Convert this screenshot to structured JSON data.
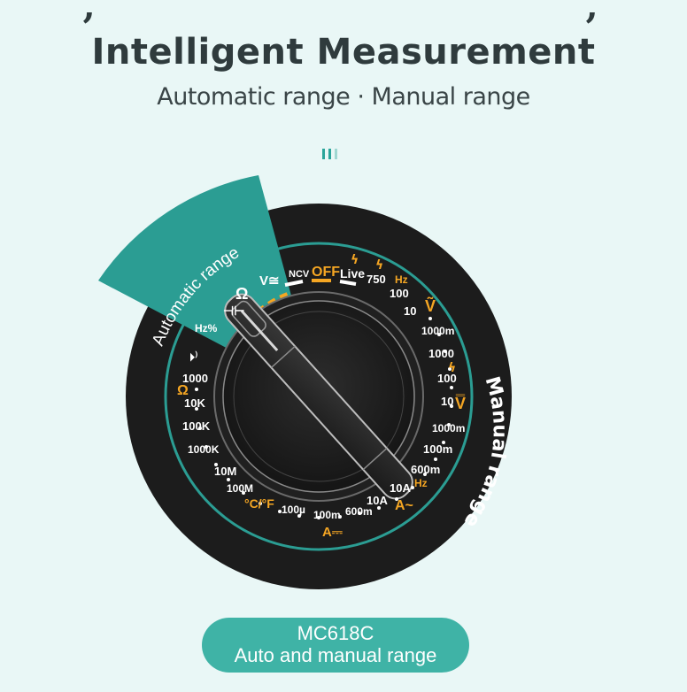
{
  "header": {
    "title": "Intelligent Measurement",
    "subtitle": "Automatic range · Manual range"
  },
  "dial": {
    "auto_label": "Automatic range",
    "manual_label": "Manual range",
    "labels": {
      "ncv": "NCV",
      "off": "OFF",
      "live": "Live",
      "v750": "750",
      "hz_top": "Hz",
      "v100": "100",
      "v10": "10",
      "v1000m": "1000m",
      "v1000": "1000",
      "v100b": "100",
      "v10b": "10",
      "v1000m_b": "1000m",
      "v100m": "100m",
      "v600m": "600m",
      "a10": "10A",
      "hz_a": "Hz",
      "a_ac": "A~",
      "a10_b": "10A",
      "a600m": "600m",
      "a100m": "100m",
      "a100u": "100µ",
      "a_dc": "A⎓",
      "temp": "°C/°F",
      "ohm100M": "100M",
      "ohm10M": "10M",
      "ohm1000K": "1000K",
      "ohm100K": "100K",
      "ohm10K": "10K",
      "ohm": "Ω",
      "ohm1000": "1000",
      "diode": "⏵⁾",
      "hz_pct": "Hz%",
      "cap": "⊣⊢",
      "ohm_auto": "Ω",
      "v_auto": "V≅"
    }
  },
  "badge": {
    "model": "MC618C",
    "description": "Auto and manual range"
  },
  "colors": {
    "background": "#e9f7f6",
    "teal": "#2b9d93",
    "dial_black": "#1c1c1c",
    "accent_orange": "#f5a623"
  }
}
